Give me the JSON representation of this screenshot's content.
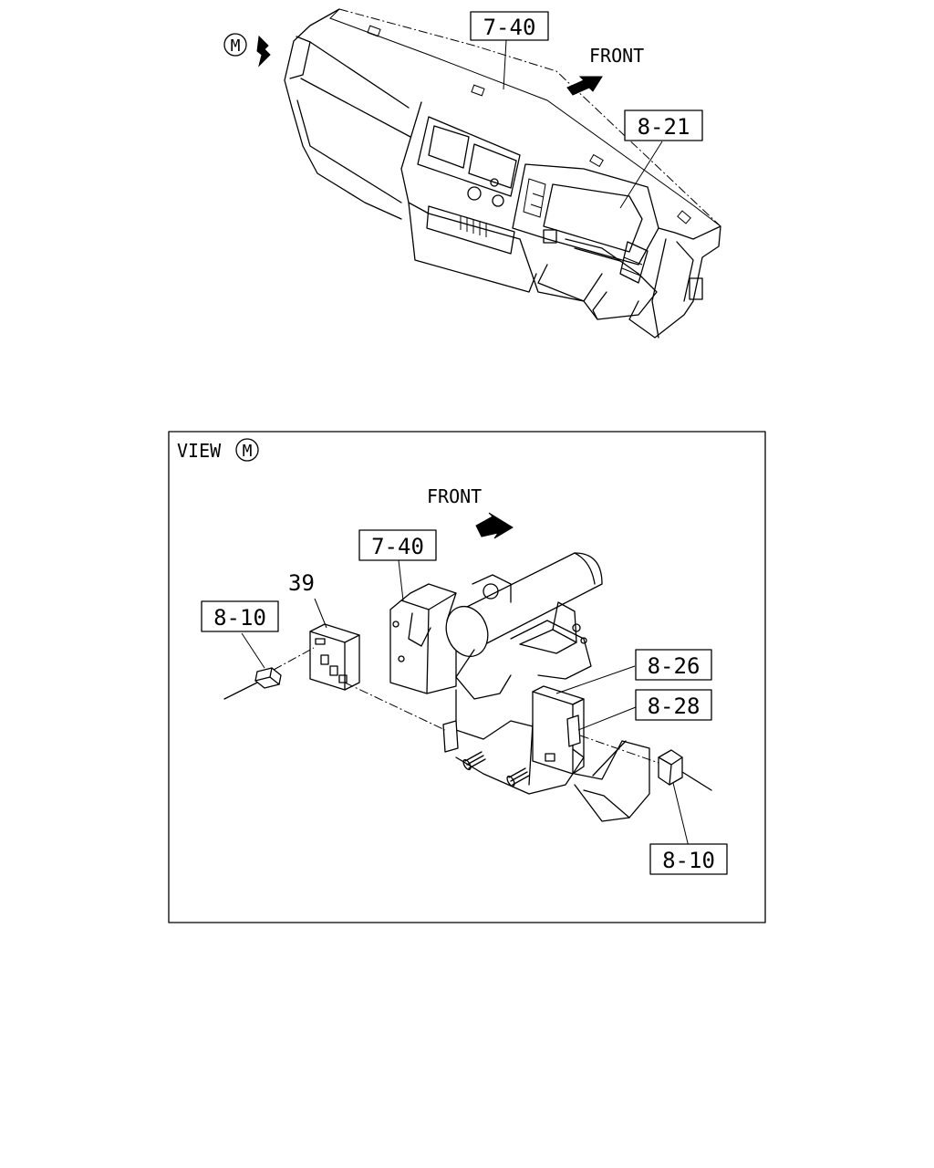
{
  "top_view": {
    "view_marker": "M",
    "front_label": "FRONT",
    "ref_dashboard": "7-40",
    "ref_meter": "8-21"
  },
  "detail_view": {
    "view_prefix": "VIEW",
    "view_marker": "M",
    "front_label": "FRONT",
    "ref_dashboard": "7-40",
    "part_relay": "39",
    "ref_connector_left": "8-10",
    "ref_bracket_upper": "8-26",
    "ref_bracket_lower": "8-28",
    "ref_connector_right": "8-10"
  }
}
